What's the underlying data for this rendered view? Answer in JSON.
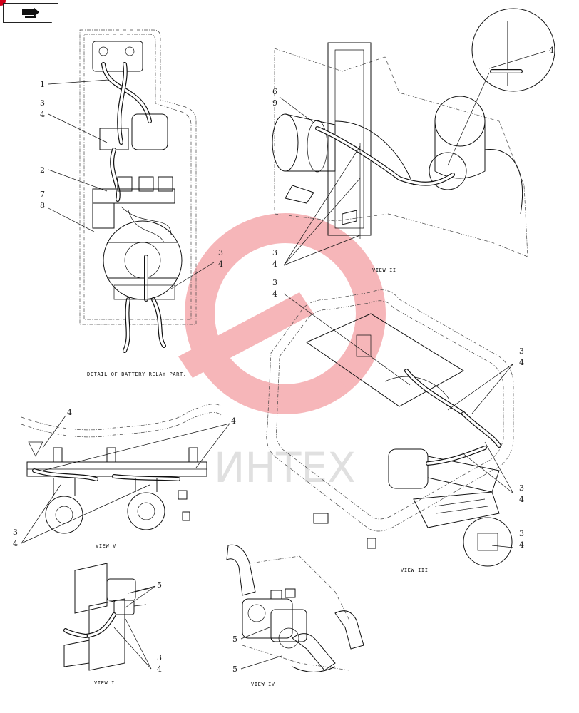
{
  "views": [
    {
      "id": "battery",
      "caption": "DETAIL OF BATTERY RELAY PART."
    },
    {
      "id": "view_ii",
      "caption": "VIEW II"
    },
    {
      "id": "view_iii",
      "caption": "VIEW III"
    },
    {
      "id": "view_v",
      "caption": "VIEW V"
    },
    {
      "id": "view_i",
      "caption": "VIEW I"
    },
    {
      "id": "view_iv",
      "caption": "VIEW IV"
    }
  ],
  "callouts": {
    "battery": [
      "1",
      "3",
      "4",
      "2",
      "7",
      "8",
      "3",
      "4"
    ],
    "view_ii": [
      "6",
      "9",
      "4",
      "3",
      "4"
    ],
    "view_iii": [
      "3",
      "4",
      "3",
      "4",
      "3",
      "4",
      "3",
      "4"
    ],
    "view_v": [
      "4",
      "4",
      "3",
      "4"
    ],
    "view_i": [
      "5",
      "3",
      "4"
    ],
    "view_iv": [
      "5",
      "5"
    ]
  },
  "watermark": "ИНТЕХ",
  "toolbar": {
    "icon": "next-page-icon"
  },
  "colors": {
    "ink": "#111111",
    "watermark": "#e8303a",
    "badge": "#d0021b"
  }
}
